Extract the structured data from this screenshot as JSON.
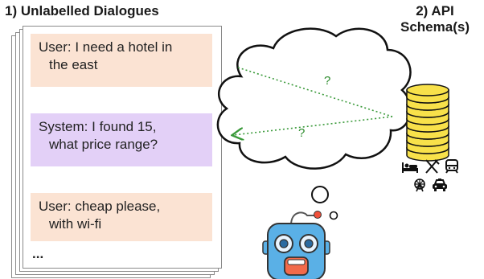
{
  "left_title": "1) Unlabelled Dialogues",
  "right_title": [
    "2) API",
    "Schema(s)"
  ],
  "dialogue": [
    {
      "role": "user",
      "lines": [
        "User: I need a hotel in",
        "the east"
      ]
    },
    {
      "role": "system",
      "lines": [
        "System: I found 15,",
        "what price range?"
      ]
    },
    {
      "role": "user",
      "lines": [
        "User: cheap please,",
        "with wi-fi"
      ]
    }
  ],
  "ellipsis": "...",
  "question_marks": [
    "?",
    "?"
  ],
  "api_icons": {
    "row1": [
      "hotel-bed-icon",
      "restaurant-icon",
      "train-icon"
    ],
    "row2": [
      "attraction-icon",
      "taxi-icon"
    ],
    "row1_glyphs": "🛏🍴🚆",
    "row2_glyphs": "🎡🚕"
  },
  "colors": {
    "user_bubble": "#fbe3d3",
    "system_bubble": "#e3d0f7",
    "arrow_green": "#3a9a3a",
    "coin_yellow": "#f8e14a",
    "robot_blue": "#5ab0e6"
  }
}
